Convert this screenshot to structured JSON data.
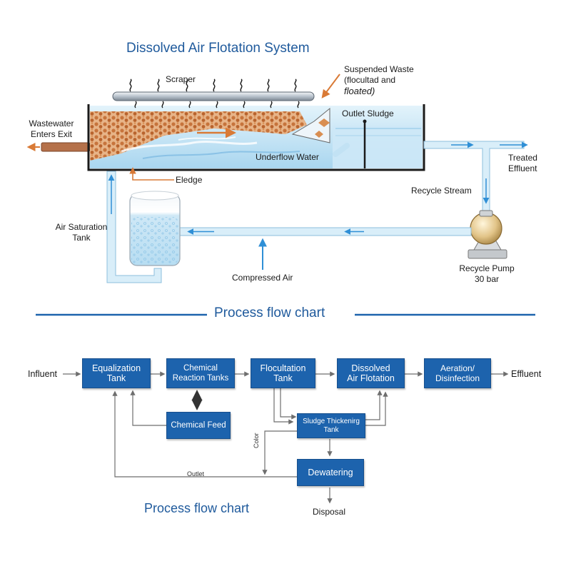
{
  "diagram": {
    "title": "Dissolved Air Flotation System",
    "labels": {
      "scraper": "Scraper",
      "suspended_waste_1": "Suspended Waste",
      "suspended_waste_2": "(flocultad and",
      "suspended_waste_3": "floated)",
      "outlet_sludge": "Outlet Sludge",
      "wastewater_1": "Wastewater",
      "wastewater_2": "Enters Exit",
      "underflow_water": "Underflow Water",
      "treated_1": "Treated",
      "treated_2": "Effluent",
      "eledge": "Eledge",
      "recycle_stream": "Recycle Stream",
      "air_saturation_1": "Air Saturation",
      "air_saturation_2": "Tank",
      "compressed_air": "Compressed Air",
      "recycle_pump_1": "Recycle Pump",
      "recycle_pump_2": "30 bar"
    },
    "colors": {
      "title_blue": "#1f5a9c",
      "pipe_blue": "#d9eef9",
      "arrow_blue": "#2f8fd6",
      "callout_orange": "#d97a36",
      "floc_orange": "#c7743c"
    }
  },
  "flowchart": {
    "heading": "Process flow chart",
    "footer_heading": "Process flow chart",
    "influent": "Influent",
    "effluent": "Effluent",
    "boxes": {
      "equalization": "Equalization\nTank",
      "chemical_reaction": "Chemical\nReaction Tanks",
      "flocultation": "Flocultation\nTank",
      "dissolved_air": "Dissolved\nAir Flotation",
      "aeration": "Aeration/\nDisinfection",
      "chemical_feed": "Chemical Feed",
      "sludge_thickening": "Sludge Thickenirg\nTank",
      "dewatering": "Dewatering"
    },
    "small_labels": {
      "color": "Color",
      "outlet": "Outlet"
    },
    "disposal": "Disposal",
    "colors": {
      "box_blue": "#1d63ad",
      "heading_blue": "#1f5a9c",
      "line_gray": "#7a7a7a"
    }
  }
}
